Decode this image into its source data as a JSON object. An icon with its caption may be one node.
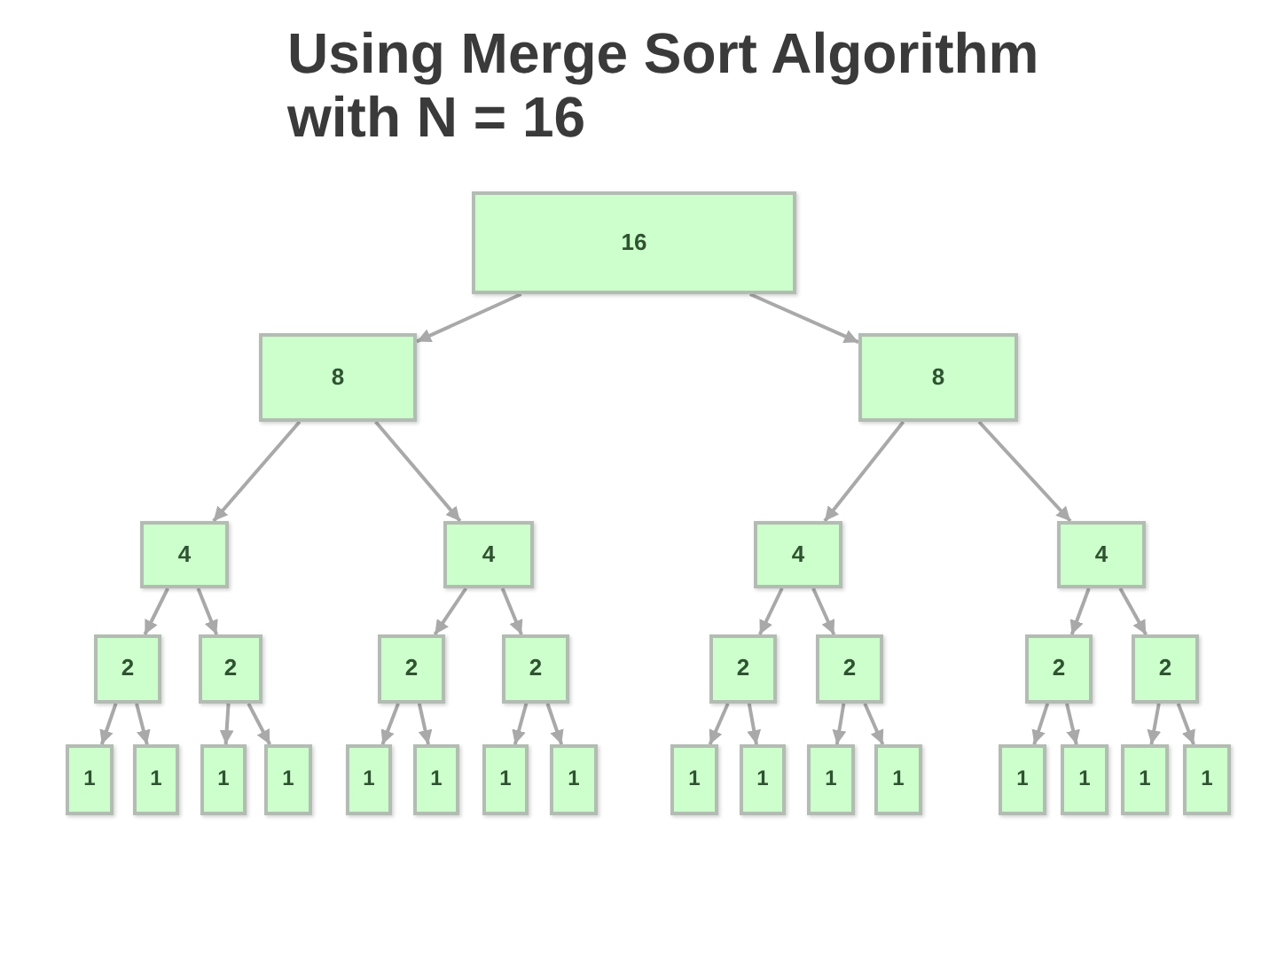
{
  "diagram": {
    "title": "Using Merge Sort Algorithm with N = 16",
    "nodes": [
      {
        "text": [
          "16"
        ]
      },
      {
        "text": [
          "8"
        ]
      },
      {
        "text": [
          "8"
        ]
      },
      {
        "text": [
          "4"
        ]
      },
      {
        "text": [
          "4"
        ]
      },
      {
        "text": [
          "4"
        ]
      },
      {
        "text": [
          "4"
        ]
      },
      {
        "text": [
          "2"
        ]
      },
      {
        "text": [
          "2"
        ]
      },
      {
        "text": [
          "2"
        ]
      },
      {
        "text": [
          "2"
        ]
      },
      {
        "text": [
          "2"
        ]
      },
      {
        "text": [
          "2"
        ]
      },
      {
        "text": [
          "2"
        ]
      },
      {
        "text": [
          "2"
        ]
      },
      {
        "text": [
          "1"
        ]
      },
      {
        "text": [
          "1"
        ]
      },
      {
        "text": [
          "1"
        ]
      },
      {
        "text": [
          "1"
        ]
      },
      {
        "text": [
          "1"
        ]
      },
      {
        "text": [
          "1"
        ]
      },
      {
        "text": [
          "1"
        ]
      },
      {
        "text": [
          "1"
        ]
      },
      {
        "text": [
          "1"
        ]
      },
      {
        "text": [
          "1"
        ]
      },
      {
        "text": [
          "1"
        ]
      },
      {
        "text": [
          "1"
        ]
      },
      {
        "text": [
          "1"
        ]
      },
      {
        "text": [
          "1"
        ]
      },
      {
        "text": [
          "1"
        ]
      },
      {
        "text": [
          "1"
        ]
      }
    ],
    "edges": [
      {
        "from": 0,
        "to": 1,
        "arrow": "to"
      },
      {
        "from": 0,
        "to": 2,
        "arrow": "to"
      },
      {
        "from": 1,
        "to": 3,
        "arrow": "to"
      },
      {
        "from": 1,
        "to": 4,
        "arrow": "to"
      },
      {
        "from": 2,
        "to": 5,
        "arrow": "to"
      },
      {
        "from": 2,
        "to": 6,
        "arrow": "to"
      },
      {
        "from": 3,
        "to": 7,
        "arrow": "to"
      },
      {
        "from": 3,
        "to": 8,
        "arrow": "to"
      },
      {
        "from": 4,
        "to": 9,
        "arrow": "to"
      },
      {
        "from": 4,
        "to": 10,
        "arrow": "to"
      },
      {
        "from": 5,
        "to": 11,
        "arrow": "to"
      },
      {
        "from": 5,
        "to": 12,
        "arrow": "to"
      },
      {
        "from": 6,
        "to": 13,
        "arrow": "to"
      },
      {
        "from": 6,
        "to": 14,
        "arrow": "to"
      },
      {
        "from": 7,
        "to": 15,
        "arrow": "to"
      },
      {
        "from": 7,
        "to": 16,
        "arrow": "to"
      },
      {
        "from": 8,
        "to": 17,
        "arrow": "to"
      },
      {
        "from": 8,
        "to": 18,
        "arrow": "to"
      },
      {
        "from": 9,
        "to": 19,
        "arrow": "to"
      },
      {
        "from": 9,
        "to": 20,
        "arrow": "to"
      },
      {
        "from": 10,
        "to": 21,
        "arrow": "to"
      },
      {
        "from": 10,
        "to": 22,
        "arrow": "to"
      },
      {
        "from": 11,
        "to": 23,
        "arrow": "to"
      },
      {
        "from": 11,
        "to": 24,
        "arrow": "to"
      },
      {
        "from": 12,
        "to": 25,
        "arrow": "to"
      },
      {
        "from": 12,
        "to": 26,
        "arrow": "to"
      },
      {
        "from": 13,
        "to": 27,
        "arrow": "to"
      },
      {
        "from": 13,
        "to": 28,
        "arrow": "to"
      },
      {
        "from": 14,
        "to": 29,
        "arrow": "to"
      },
      {
        "from": 14,
        "to": 30,
        "arrow": "to"
      }
    ]
  }
}
